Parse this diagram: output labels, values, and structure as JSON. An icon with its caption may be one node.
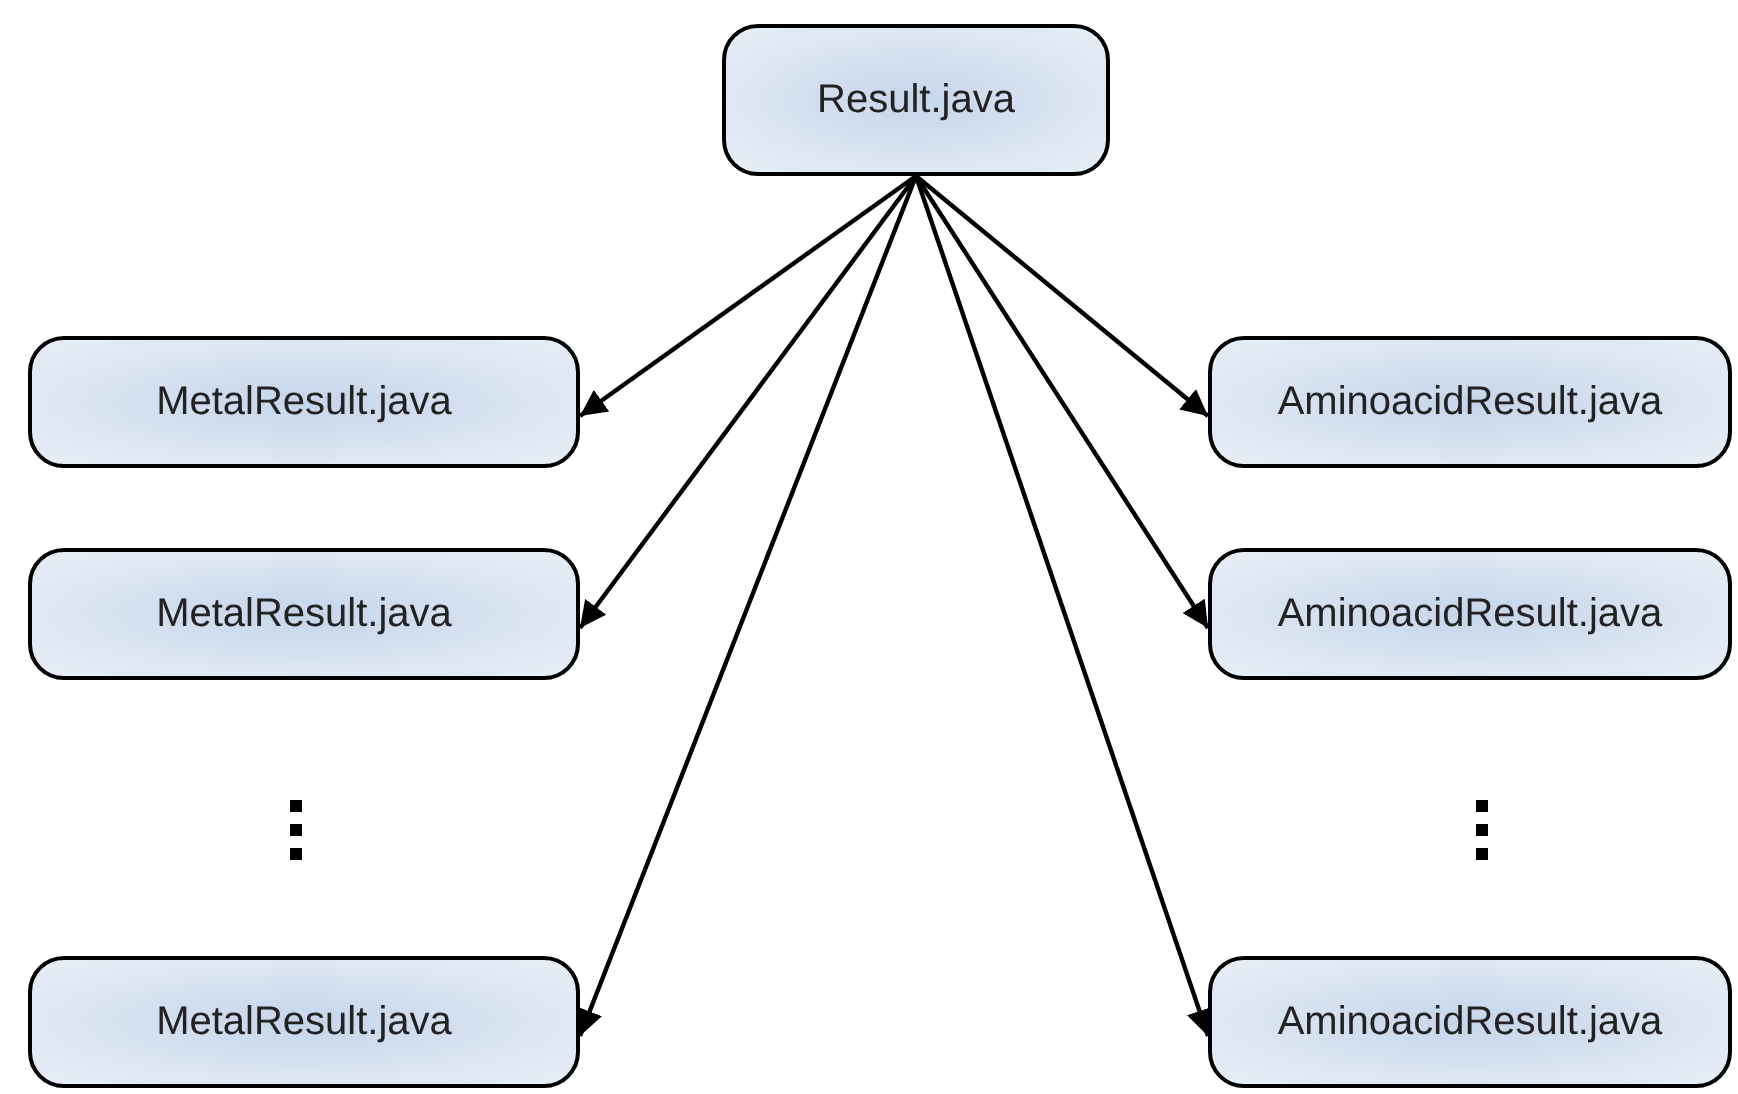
{
  "diagram": {
    "nodes": [
      {
        "text": [
          "Result.java"
        ]
      },
      {
        "text": [
          "MetalResult.java"
        ]
      },
      {
        "text": [
          "AminoacidResult.java"
        ]
      },
      {
        "text": [
          "MetalResult.java"
        ]
      },
      {
        "text": [
          "AminoacidResult.java"
        ]
      },
      {
        "text": [
          "MetalResult.java"
        ]
      },
      {
        "text": [
          "AminoacidResult.java"
        ]
      }
    ],
    "edges": [
      {
        "from": 0,
        "to": 1,
        "arrow": "to"
      },
      {
        "from": 0,
        "to": 2,
        "arrow": "to"
      },
      {
        "from": 0,
        "to": 3,
        "arrow": "to"
      },
      {
        "from": 0,
        "to": 4,
        "arrow": "to"
      },
      {
        "from": 0,
        "to": 5,
        "arrow": "to"
      },
      {
        "from": 0,
        "to": 6,
        "arrow": "to"
      }
    ]
  }
}
